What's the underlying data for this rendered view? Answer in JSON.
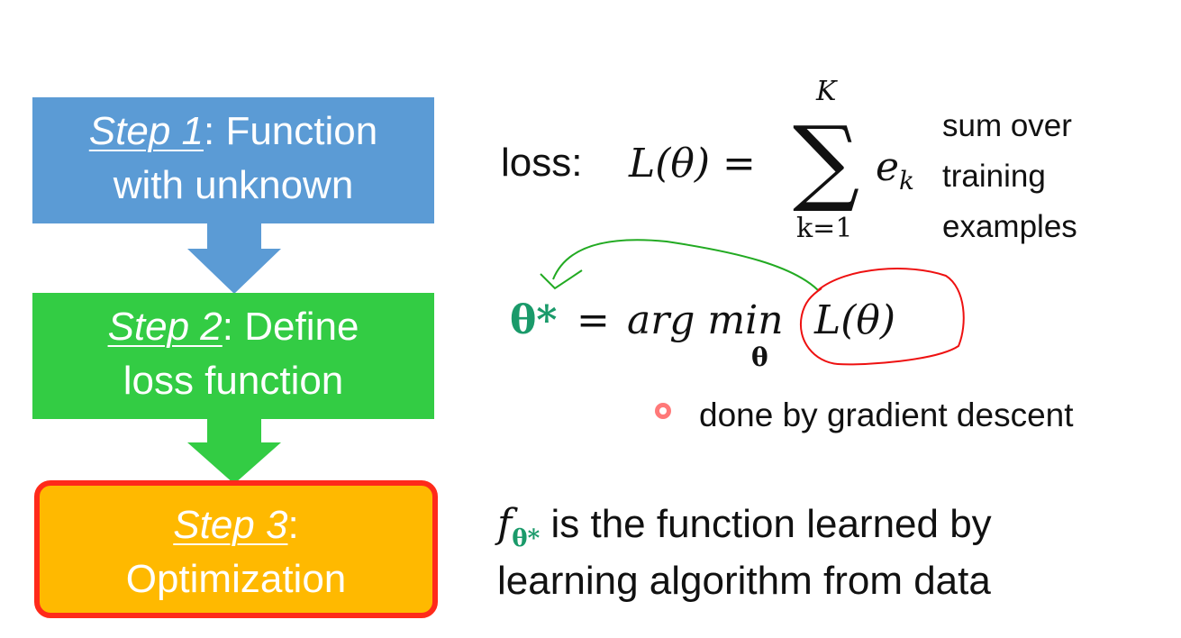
{
  "steps": [
    {
      "label_italic": "Step 1",
      "label_rest": ": Function",
      "line2": "with unknown"
    },
    {
      "label_italic": "Step 2",
      "label_rest": ": Define",
      "line2": "loss function"
    },
    {
      "label_italic": "Step 3",
      "label_rest": ":",
      "line2": "Optimization"
    }
  ],
  "loss": {
    "label": "loss:",
    "lhs": "L(θ) =",
    "sum_symbol": "∑",
    "upper": "K",
    "lower": "k=1",
    "term": "e",
    "term_sub": "k",
    "note_line1": "sum over",
    "note_line2": "training",
    "note_line3": "examples"
  },
  "optimization": {
    "theta_star": "θ*",
    "equals": "=",
    "argmin": "arg min",
    "under": "θ",
    "objective": "L(θ)"
  },
  "bullet_text": "done by gradient descent",
  "learned": {
    "f": "f",
    "f_sub": "θ*",
    "line1_rest": " is the function learned by",
    "line2": "learning algorithm from data"
  },
  "colors": {
    "step1": "#5b9bd5",
    "step2": "#33cc44",
    "step3": "#ffb900",
    "highlight_border": "#ff2a1a",
    "theta_star": "#1a9a6a",
    "annotation_green": "#22aa22",
    "annotation_red": "#ee1111"
  }
}
